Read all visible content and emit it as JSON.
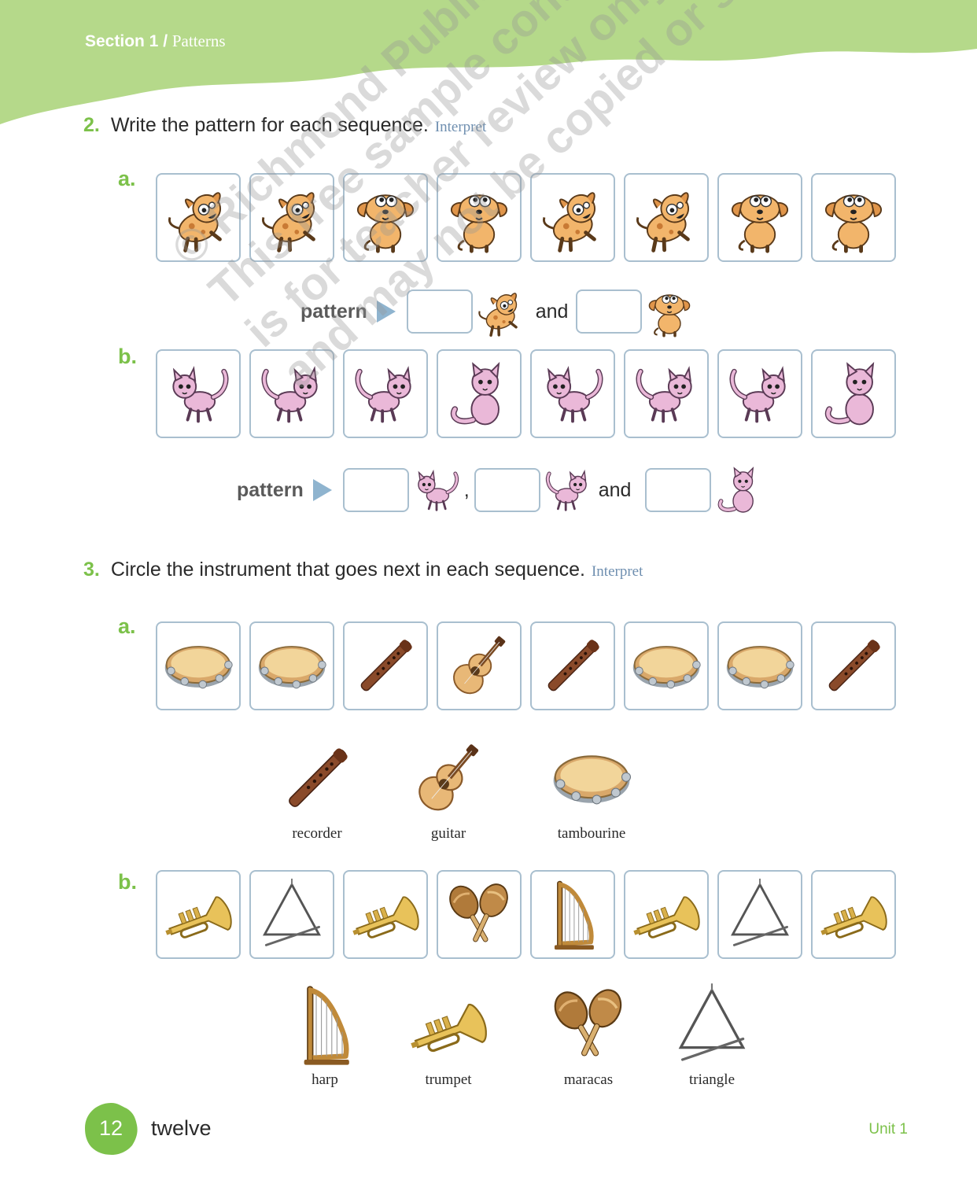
{
  "header": {
    "section": "Section 1 /",
    "topic": "Patterns"
  },
  "q2": {
    "number": "2.",
    "text": "Write the pattern for each sequence.",
    "tag": "Interpret"
  },
  "q2a": {
    "label": "a.",
    "sequence": [
      "dog-jumping",
      "dog-jumping",
      "dog-sitting",
      "dog-sitting",
      "dog-jumping",
      "dog-jumping",
      "dog-sitting",
      "dog-sitting"
    ],
    "pattern_word": "pattern",
    "connector": "and"
  },
  "q2b": {
    "label": "b.",
    "sequence": [
      "cat-walking-left",
      "cat-walking-right",
      "cat-walking-right",
      "cat-sitting",
      "cat-walking-left",
      "cat-walking-right",
      "cat-walking-right",
      "cat-sitting"
    ],
    "pattern_word": "pattern",
    "separator": ",",
    "connector": "and"
  },
  "q3": {
    "number": "3.",
    "text": "Circle the instrument that goes next in each sequence.",
    "tag": "Interpret"
  },
  "q3a": {
    "label": "a.",
    "sequence": [
      "tambourine",
      "tambourine",
      "recorder",
      "guitar",
      "recorder",
      "tambourine",
      "tambourine",
      "recorder"
    ],
    "options": [
      {
        "icon": "recorder",
        "label": "recorder"
      },
      {
        "icon": "guitar",
        "label": "guitar"
      },
      {
        "icon": "tambourine",
        "label": "tambourine"
      }
    ]
  },
  "q3b": {
    "label": "b.",
    "sequence": [
      "trumpet",
      "triangle",
      "trumpet",
      "maracas",
      "harp",
      "trumpet",
      "triangle",
      "trumpet"
    ],
    "options": [
      {
        "icon": "harp",
        "label": "harp"
      },
      {
        "icon": "trumpet",
        "label": "trumpet"
      },
      {
        "icon": "maracas",
        "label": "maracas"
      },
      {
        "icon": "triangle",
        "label": "triangle"
      }
    ]
  },
  "footer": {
    "page_number": "12",
    "page_word": "twelve",
    "unit": "Unit 1"
  },
  "watermark": {
    "lines": [
      "© Richmond Publishing",
      "This free sample content",
      "is for teacher review only",
      "and may not be copied or sold."
    ]
  },
  "colors": {
    "header_green": "#b5d98a",
    "accent_green": "#7cc14a",
    "box_border": "#a9bfcf",
    "arrow_blue": "#8fb4cf",
    "tag_blue": "#6f8fb0"
  }
}
